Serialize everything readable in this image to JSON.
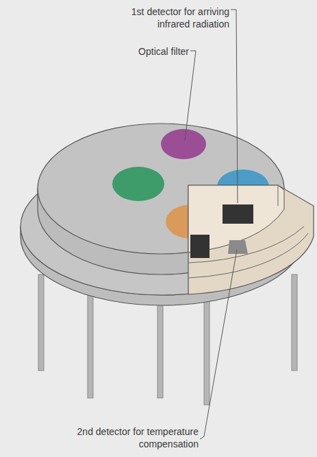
{
  "diagram": {
    "labels": [
      "1st detector for arriving infrared radiation",
      "Optical filter",
      "2nd detector for temperature compensation"
    ]
  }
}
